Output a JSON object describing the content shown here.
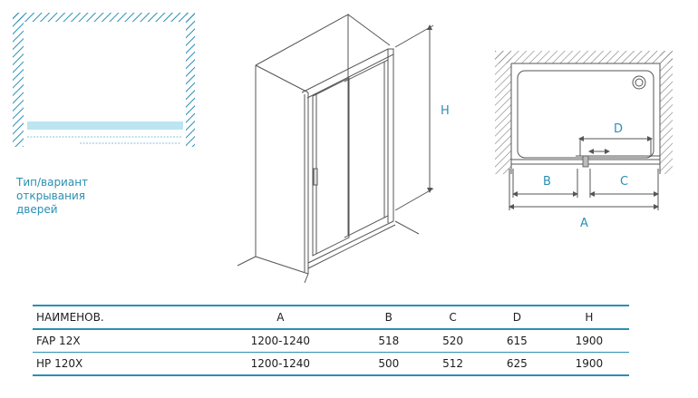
{
  "opening_caption": "Тип/вариант открывания дверей",
  "dimension_labels": {
    "height": "H",
    "a": "A",
    "b": "B",
    "c": "C",
    "d": "D"
  },
  "colors": {
    "accent": "#2a8fb3",
    "line": "#555555",
    "wall_hatch": "#7a7a7a"
  },
  "table": {
    "headers": [
      "НАИМЕНОВ.",
      "A",
      "B",
      "C",
      "D",
      "H"
    ],
    "rows": [
      [
        "FAP 12X",
        "1200-1240",
        "518",
        "520",
        "615",
        "1900"
      ],
      [
        "HP 120X",
        "1200-1240",
        "500",
        "512",
        "625",
        "1900"
      ]
    ]
  }
}
